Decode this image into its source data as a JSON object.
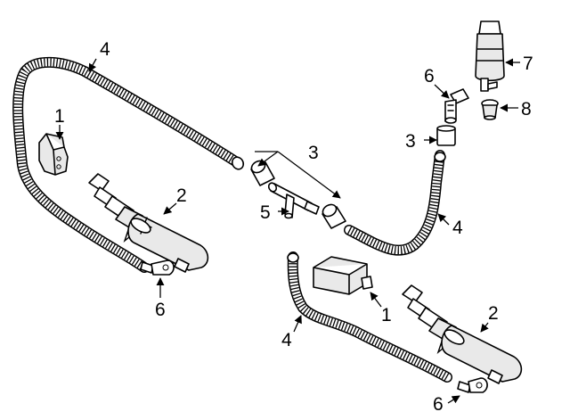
{
  "callouts": {
    "c1a": "1",
    "c1b": "1",
    "c2a": "2",
    "c2b": "2",
    "c3a": "3",
    "c3b": "3",
    "c4a": "4",
    "c4b": "4",
    "c4c": "4",
    "c5": "5",
    "c6a": "6",
    "c6b": "6",
    "c6c": "6",
    "c7": "7",
    "c8": "8"
  }
}
